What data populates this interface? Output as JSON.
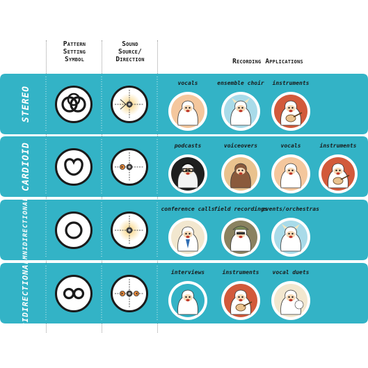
{
  "headers": {
    "pattern": "Pattern\nSetting\nSymbol",
    "source": "Sound\nSource/\nDirection",
    "applications": "Recording Applications"
  },
  "colors": {
    "teal": "#33b3c6",
    "teal_dark": "#1f8f9f",
    "ink": "#1a1a1a",
    "orange": "#f1a33a",
    "peach": "#f4c79d",
    "sky": "#a9dbe9",
    "rust": "#d25a3b",
    "night": "#1f1f1f",
    "brown": "#8a5a3c",
    "olive": "#8a8260",
    "tan": "#e9c28e",
    "cream": "#f2e7cf"
  },
  "rows": [
    {
      "label": "STEREO",
      "pattern_icon": "stereo-rings-icon",
      "source_icon": "stereo-source-icon",
      "apps": [
        {
          "label": "vocals",
          "icon": "yeti-vocals-icon",
          "bg": "#f4c79d"
        },
        {
          "label": "ensemble choir",
          "icon": "yeti-choir-icon",
          "bg": "#a9dbe9"
        },
        {
          "label": "instruments",
          "icon": "yeti-guitar-icon",
          "bg": "#d25a3b"
        }
      ]
    },
    {
      "label": "CARDIOID",
      "pattern_icon": "cardioid-heart-icon",
      "source_icon": "cardioid-source-icon",
      "apps": [
        {
          "label": "podcasts",
          "icon": "yeti-podcast-icon",
          "bg": "#1f1f1f"
        },
        {
          "label": "voiceovers",
          "icon": "yeti-voiceover-icon",
          "bg": "#e9c28e"
        },
        {
          "label": "vocals",
          "icon": "yeti-vocals-icon",
          "bg": "#f4c79d"
        },
        {
          "label": "instruments",
          "icon": "yeti-guitar-icon",
          "bg": "#d25a3b"
        }
      ]
    },
    {
      "label": "OMNIDIRECTIONAL",
      "pattern_icon": "omni-circle-icon",
      "source_icon": "omni-source-icon",
      "apps": [
        {
          "label": "conference calls",
          "icon": "yeti-conference-icon",
          "bg": "#f2e7cf"
        },
        {
          "label": "field recordings",
          "icon": "yeti-field-icon",
          "bg": "#8a8260"
        },
        {
          "label": "events/orchestras",
          "icon": "yeti-orchestra-icon",
          "bg": "#a9dbe9"
        }
      ]
    },
    {
      "label": "BIDIRECTIONAL",
      "pattern_icon": "figure-eight-icon",
      "source_icon": "bidirectional-source-icon",
      "apps": [
        {
          "label": "interviews",
          "icon": "yeti-interview-icon",
          "bg": "#33b3c6"
        },
        {
          "label": "instruments",
          "icon": "yeti-guitar-icon",
          "bg": "#d25a3b"
        },
        {
          "label": "vocal duets",
          "icon": "yeti-duet-icon",
          "bg": "#f2e7cf"
        }
      ]
    }
  ]
}
